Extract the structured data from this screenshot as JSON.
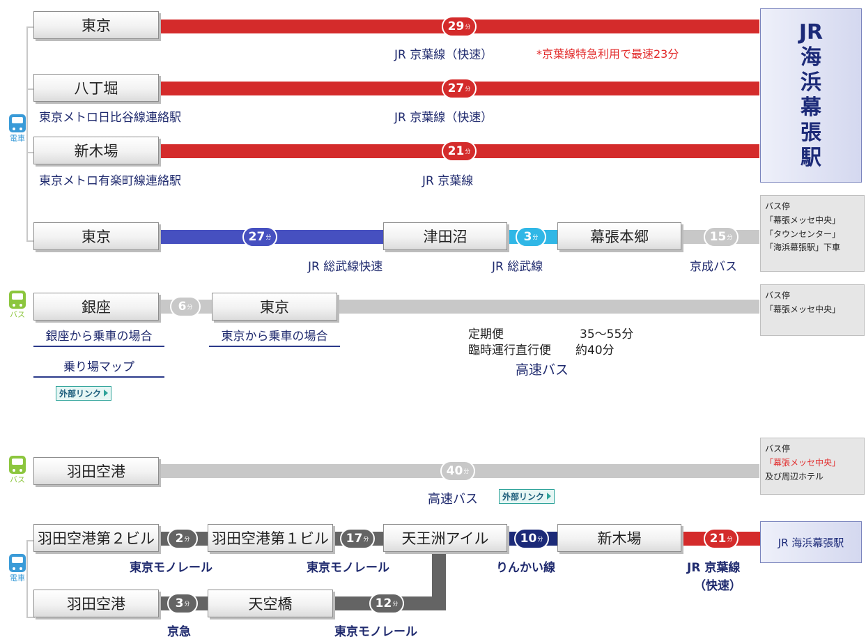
{
  "destination": {
    "main": [
      "JR",
      "海",
      "浜",
      "幕",
      "張",
      "駅"
    ],
    "small": "JR 海浜幕張駅"
  },
  "icons": {
    "train_label": "電車",
    "bus_label": "バス",
    "train_color": "#3a9bd8",
    "bus_color": "#8cc63e"
  },
  "routes": {
    "r1": {
      "origin": "東京",
      "minutes": "29",
      "line": "JR 京葉線（快速）",
      "note": "*京葉線特急利用で最速23分"
    },
    "r2": {
      "origin": "八丁堀",
      "sub": "東京メトロ日比谷線連絡駅",
      "minutes": "27",
      "line": "JR 京葉線（快速）"
    },
    "r3": {
      "origin": "新木場",
      "sub": "東京メトロ有楽町線連絡駅",
      "minutes": "21",
      "line": "JR 京葉線"
    },
    "r4": {
      "origin": "東京",
      "m1": "27",
      "via1": "津田沼",
      "line1": "JR 総武線快速",
      "m2": "3",
      "via2": "幕張本郷",
      "line2": "JR 総武線",
      "m3": "15",
      "line3": "京成バス",
      "stop_title": "バス停",
      "stop_lines": [
        "「幕張メッセ中央」",
        "「タウンセンター」",
        "「海浜幕張駅」下車"
      ]
    },
    "r5": {
      "origin": "銀座",
      "m1": "6",
      "via": "東京",
      "link_ginza": "銀座から乗車の場合",
      "link_tokyo": "東京から乗車の場合",
      "map_link": "乗り場マップ",
      "ext_link": "外部リンク",
      "regular": "定期便",
      "regular_time": "35〜55分",
      "extra": "臨時運行直行便",
      "extra_time": "約40分",
      "line": "高速バス",
      "stop_title": "バス停",
      "stop_lines": [
        "「幕張メッセ中央」"
      ]
    },
    "r6": {
      "origin": "羽田空港",
      "minutes": "40",
      "line": "高速バス",
      "ext_link": "外部リンク",
      "stop_title": "バス停",
      "stop_red": "「幕張メッセ中央」",
      "stop_more": "及び周辺ホテル"
    },
    "r7": {
      "a": "羽田空港第２ビル",
      "m1": "2",
      "l1": "東京モノレール",
      "b": "羽田空港第１ビル",
      "m2": "17",
      "l2": "東京モノレール",
      "c": "天王洲アイル",
      "m3": "10",
      "l3": "りんかい線",
      "d": "新木場",
      "m4": "21",
      "l4a": "JR 京葉線",
      "l4b": "（快速）"
    },
    "r8": {
      "a": "羽田空港",
      "m1": "3",
      "l1": "京急",
      "b": "天空橋",
      "m2": "12",
      "l2": "東京モノレール"
    }
  },
  "unit": "分"
}
